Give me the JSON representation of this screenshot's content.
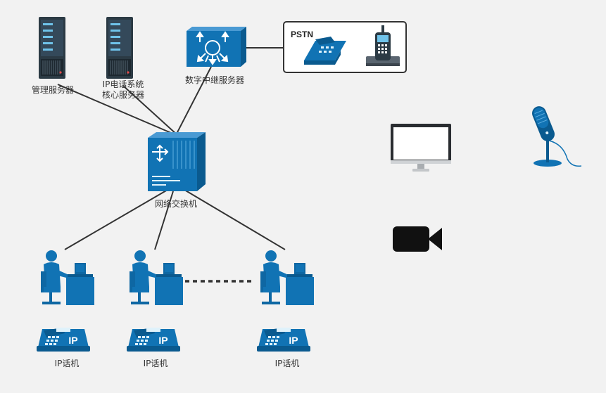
{
  "colors": {
    "background": "#f2f2f2",
    "device_blue": "#1173b4",
    "device_dark": "#0a5a8f",
    "server_dark": "#2b3a44",
    "line": "#333333",
    "camera": "#111111"
  },
  "nodes": {
    "mgmt_server": {
      "label": "管理服务器",
      "icon": "server-icon"
    },
    "core_server": {
      "label_line1": "IP电话系统",
      "label_line2": "核心服务器",
      "icon": "server-icon"
    },
    "trunk_server": {
      "label": "数字中继服务器",
      "icon": "trunk-server-icon"
    },
    "pstn": {
      "label": "PSTN",
      "icons": [
        "desk-phone-icon",
        "cordless-phone-icon"
      ]
    },
    "switch": {
      "label": "网络交换机",
      "icon": "network-switch-icon"
    },
    "clients": [
      {
        "label": "IP话机",
        "phone_badge": "IP",
        "icon": "ip-phone-icon"
      },
      {
        "label": "IP话机",
        "phone_badge": "IP",
        "icon": "ip-phone-icon"
      },
      {
        "label": "IP话机",
        "phone_badge": "IP",
        "icon": "ip-phone-icon"
      }
    ],
    "extras": [
      "monitor-icon",
      "microphone-icon",
      "video-camera-icon"
    ]
  }
}
